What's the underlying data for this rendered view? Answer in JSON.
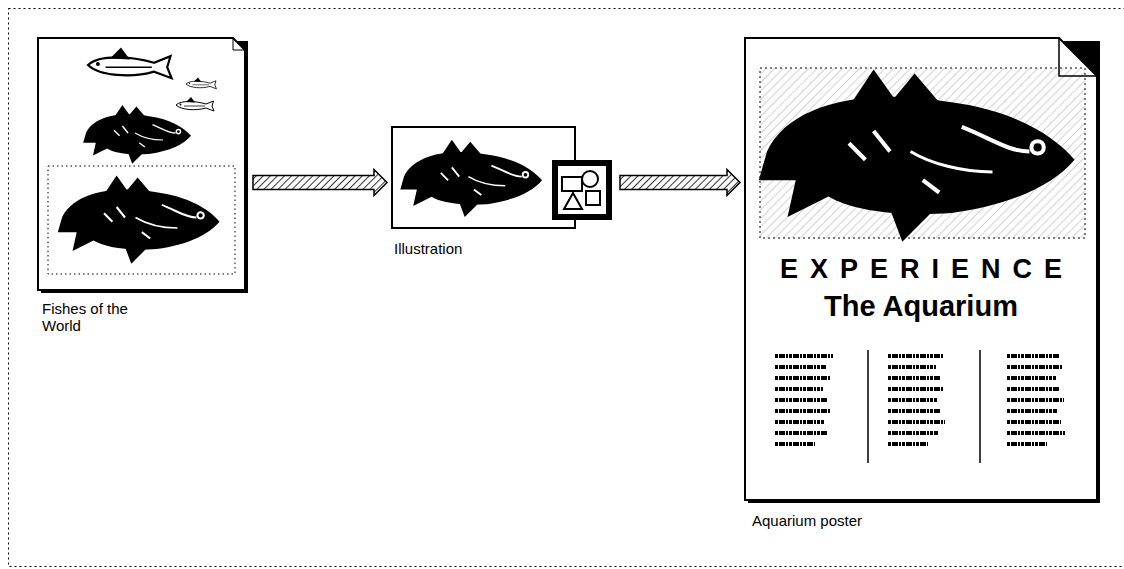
{
  "diagram": {
    "nodes": [
      {
        "text": [
          "Fishes of the World"
        ]
      },
      {
        "text": [
          "Illustration"
        ]
      },
      {
        "text": [
          "EXPERIENCE",
          "The Aquarium",
          "Aquarium poster"
        ]
      }
    ],
    "edges": [
      {
        "from": 0,
        "to": 1,
        "arrow": "to"
      },
      {
        "from": 1,
        "to": 2,
        "arrow": "to"
      }
    ]
  }
}
